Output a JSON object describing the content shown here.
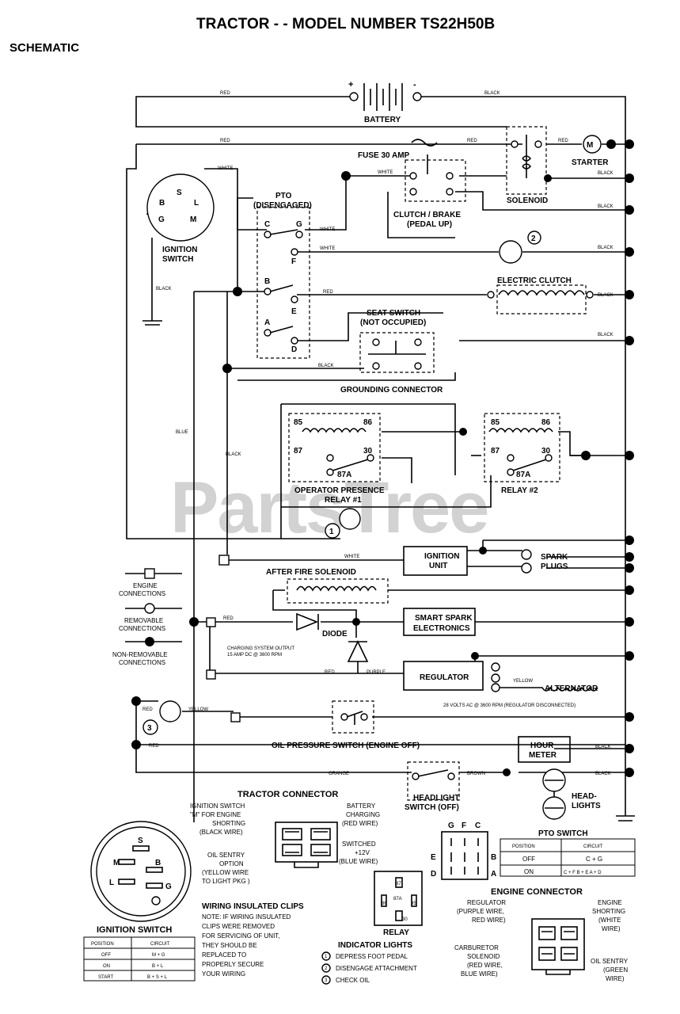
{
  "header": {
    "title": "TRACTOR - -  MODEL NUMBER TS22H50B",
    "subtitle": "SCHEMATIC"
  },
  "watermark": "PartsTree",
  "components": {
    "battery": "BATTERY",
    "battery_plus": "+",
    "battery_minus": "-",
    "fuse": "FUSE 30 AMP",
    "starter": "STARTER",
    "solenoid": "SOLENOID",
    "ignition_switch": [
      "IGNITION",
      "SWITCH"
    ],
    "ignition_terminals": [
      "B",
      "S",
      "L",
      "G",
      "M"
    ],
    "pto": [
      "PTO",
      "(DISENGAGED)"
    ],
    "pto_terminals": [
      "C",
      "G",
      "F",
      "B",
      "E",
      "A",
      "D"
    ],
    "clutch_brake": [
      "CLUTCH / BRAKE",
      "(PEDAL UP)"
    ],
    "electric_clutch": "ELECTRIC CLUTCH",
    "seat_switch": [
      "SEAT SWITCH",
      "(NOT OCCUPIED)"
    ],
    "grounding_connector": "GROUNDING CONNECTOR",
    "relay1": [
      "OPERATOR PRESENCE",
      "RELAY #1"
    ],
    "relay2": "RELAY #2",
    "relay_pins": [
      "85",
      "86",
      "87",
      "30",
      "87A"
    ],
    "ignition_unit": [
      "IGNITION",
      "UNIT"
    ],
    "spark_plugs": [
      "SPARK",
      "PLUGS"
    ],
    "after_fire": "AFTER FIRE SOLENOID",
    "diode": "DIODE",
    "smart_spark": [
      "SMART SPARK",
      "ELECTRONICS"
    ],
    "charging_note": [
      "CHARGING SYSTEM OUTPUT",
      "15 AMP DC @ 3600 RPM"
    ],
    "regulator": "REGULATOR",
    "alternator": "ALTERNATOR",
    "alternator_note": "28 VOLTS AC @ 3600 RPM (REGULATOR DISCONNECTED)",
    "oil_pressure": "OIL PRESSURE SWITCH (ENGINE OFF)",
    "hour_meter": [
      "HOUR",
      "METER"
    ],
    "headlight_switch": [
      "HEADLIGHT",
      "SWITCH (OFF)"
    ],
    "headlights": [
      "HEAD-",
      "LIGHTS"
    ],
    "lamp_numbers": [
      "1",
      "2",
      "3"
    ]
  },
  "wire_labels": {
    "red": "RED",
    "black": "BLACK",
    "white": "WHITE",
    "blue": "BLUE",
    "yellow": "YELLOW",
    "purple": "PURPLE",
    "orange": "ORANGE",
    "brown": "BROWN"
  },
  "legend": {
    "engine": [
      "ENGINE",
      "CONNECTIONS"
    ],
    "removable": [
      "REMOVABLE",
      "CONNECTIONS"
    ],
    "non_removable": [
      "NON-REMOVABLE",
      "CONNECTIONS"
    ]
  },
  "tractor_connector": {
    "title": "TRACTOR CONNECTOR",
    "left_top": [
      "IGNITION SWITCH",
      "\"M\" FOR ENGINE",
      "SHORTING",
      "(BLACK WIRE)"
    ],
    "right_top": [
      "BATTERY",
      "CHARGING",
      "(RED WIRE)"
    ],
    "left_bottom": [
      "OIL SENTRY",
      "OPTION",
      "(YELLOW WIRE",
      "TO LIGHT PKG )"
    ],
    "right_bottom": [
      "SWITCHED",
      "+12V",
      "(BLUE WIRE)"
    ]
  },
  "ignition_switch_detail": {
    "title": "IGNITION SWITCH",
    "terminals": [
      "S",
      "M",
      "B",
      "L",
      "G"
    ],
    "headers": [
      "POSITION",
      "CIRCUIT"
    ],
    "rows": [
      [
        "OFF",
        "M + G"
      ],
      [
        "ON",
        "B + L"
      ],
      [
        "START",
        "B + S + L"
      ]
    ]
  },
  "clips_note": {
    "title": "WIRING INSULATED CLIPS",
    "lines": [
      "NOTE: IF WIRING INSULATED",
      "CLIPS WERE REMOVED",
      "FOR SERVICING OF UNIT,",
      "THEY SHOULD BE",
      "REPLACED TO",
      "PROPERLY SECURE",
      "YOUR WIRING"
    ]
  },
  "relay_detail": {
    "title": "RELAY",
    "pins": [
      "87",
      "87A",
      "86",
      "85",
      "30"
    ]
  },
  "indicator_lights": {
    "title": "INDICATOR LIGHTS",
    "items": [
      {
        "num": "1",
        "text": "DEPRESS FOOT PEDAL"
      },
      {
        "num": "2",
        "text": "DISENGAGE ATTACHMENT"
      },
      {
        "num": "3",
        "text": "CHECK OIL"
      }
    ]
  },
  "pto_switch_detail": {
    "title": "PTO SWITCH",
    "top_letters": [
      "G",
      "F",
      "C"
    ],
    "side_left": [
      "E",
      "D"
    ],
    "side_right": [
      "B",
      "A"
    ],
    "headers": [
      "POSITION",
      "CIRCUIT"
    ],
    "rows": [
      [
        "OFF",
        "C + G"
      ],
      [
        "ON",
        "C + F B + E A + D"
      ]
    ]
  },
  "engine_connector": {
    "title": "ENGINE CONNECTOR",
    "left_top": [
      "REGULATOR",
      "(PURPLE WIRE,",
      "RED WIRE)"
    ],
    "right_top": [
      "ENGINE",
      "SHORTING",
      "(WHITE",
      "WIRE)"
    ],
    "left_bottom": [
      "CARBURETOR",
      "SOLENOID",
      "(RED WIRE,",
      "BLUE WIRE)"
    ],
    "right_bottom": [
      "OIL SENTRY",
      "(GREEN",
      "WIRE)"
    ]
  }
}
